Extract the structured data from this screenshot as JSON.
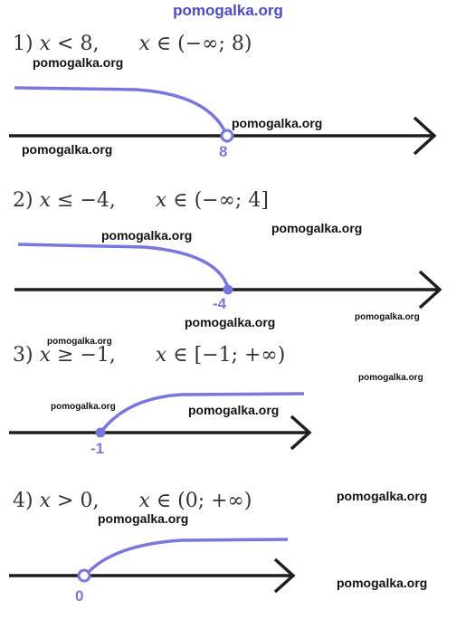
{
  "watermark_header": "pomogalka.org",
  "watermarks": [
    "pomogalka.org",
    "pomogalka.org",
    "pomogalka.org",
    "pomogalka.org",
    "pomogalka.org",
    "pomogalka.org",
    "pomogalka.org",
    "pomogalka.org",
    "pomogalka.org",
    "pomogalka.org",
    "pomogalka.org",
    "pomogalka.org",
    "pomogalka.org",
    "pomogalka.org",
    "pomogalka.org"
  ],
  "problems": [
    {
      "num": "1)",
      "var": "x",
      "rel": "< 8,",
      "in": "x",
      "interval": "∈ (−∞; 8)",
      "point_label": "8"
    },
    {
      "num": "2)",
      "var": "x",
      "rel": "≤ −4,",
      "in": "x",
      "interval": "∈ (−∞; 4]",
      "point_label": "-4"
    },
    {
      "num": "3)",
      "var": "x",
      "rel": "≥ −1,",
      "in": "x",
      "interval": "∈ [−1; +∞)",
      "point_label": "-1"
    },
    {
      "num": "4)",
      "var": "x",
      "rel": "> 0,",
      "in": "x",
      "interval": "∈ (0;  +∞)",
      "point_label": "0"
    }
  ],
  "colors": {
    "curve": "#7777dd",
    "axis": "#1e1e1e",
    "point_label": "#7a7ad8"
  }
}
